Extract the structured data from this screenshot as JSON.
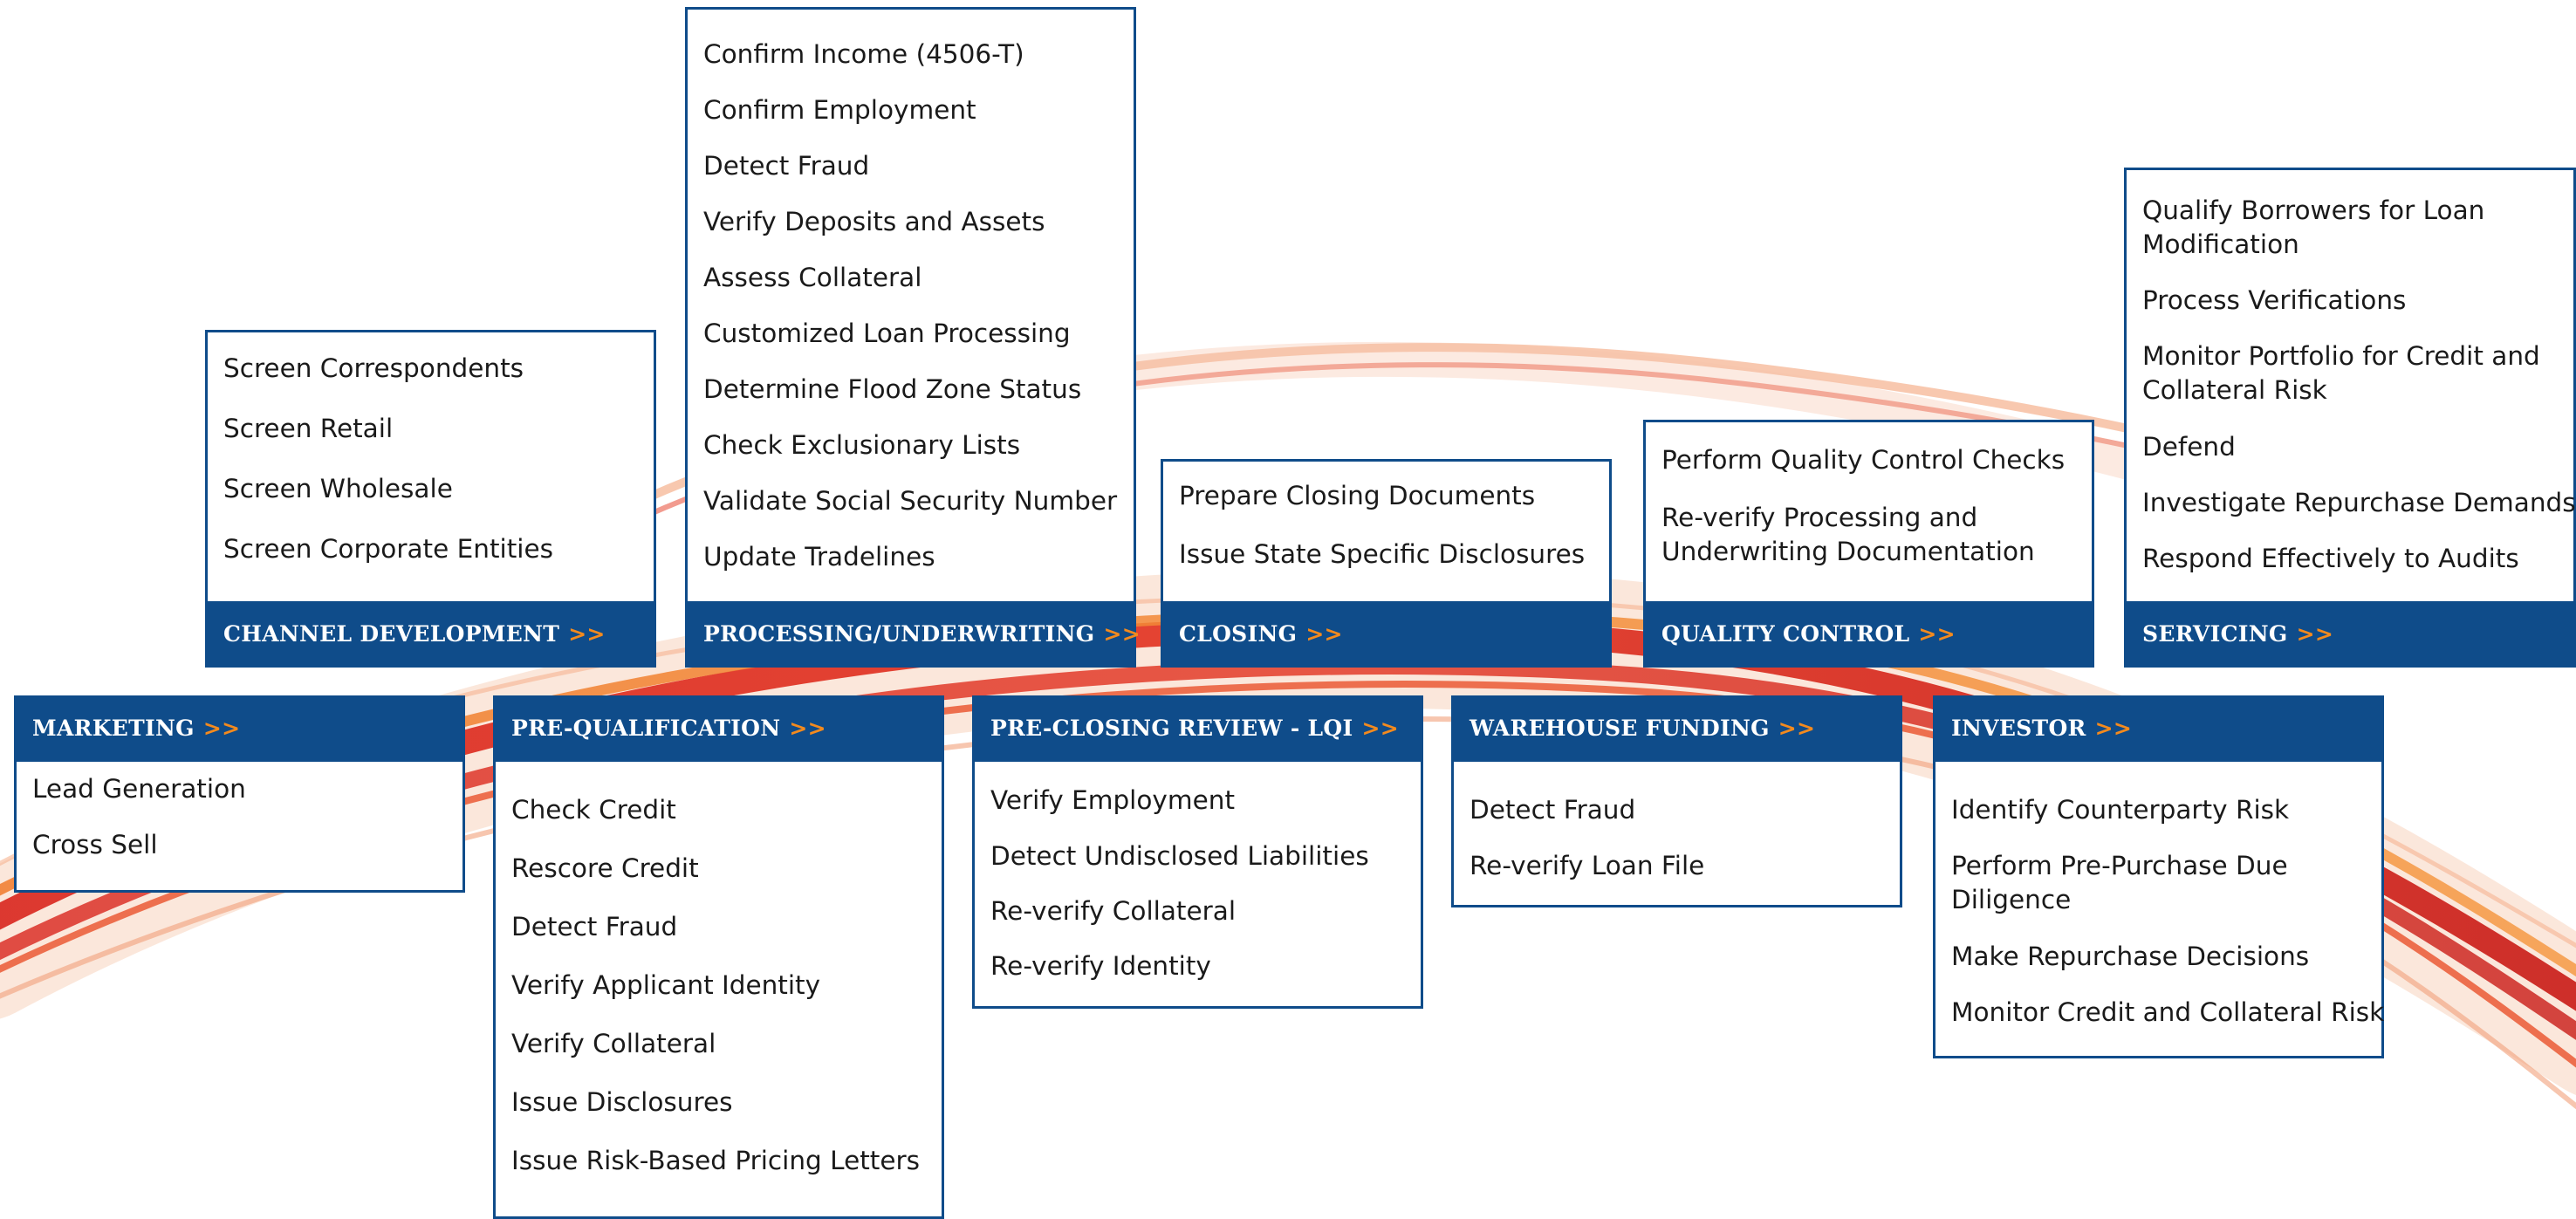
{
  "colors": {
    "header_bg": "#0f4c8a",
    "border": "#0f4c8a",
    "chevron": "#f38a1e",
    "swoosh_red": "#d9251d",
    "swoosh_orange": "#f07a2a"
  },
  "chevron_icon": "double-right-chevron-icon",
  "chevron": ">>",
  "top_row": [
    {
      "title": "CHANNEL DEVELOPMENT",
      "items": [
        "Screen Correspondents",
        "Screen Retail",
        "Screen Wholesale",
        "Screen Corporate Entities"
      ]
    },
    {
      "title": "PROCESSING/UNDERWRITING",
      "items": [
        "Confirm Income (4506-T)",
        "Confirm Employment",
        "Detect Fraud",
        "Verify Deposits and Assets",
        "Assess Collateral",
        "Customized Loan Processing",
        "Determine Flood Zone Status",
        "Check Exclusionary Lists",
        "Validate Social Security Number",
        "Update Tradelines"
      ]
    },
    {
      "title": "CLOSING",
      "items": [
        "Prepare Closing Documents",
        "Issue State Specific Disclosures"
      ]
    },
    {
      "title": "QUALITY CONTROL",
      "items": [
        "Perform Quality Control Checks",
        "Re-verify Processing and Underwriting Documentation"
      ]
    },
    {
      "title": "SERVICING",
      "items": [
        "Qualify Borrowers for Loan Modification",
        "Process Verifications",
        "Monitor Portfolio for Credit and Collateral Risk",
        "Defend",
        "Investigate Repurchase Demands",
        "Respond Effectively to Audits"
      ]
    }
  ],
  "bottom_row": [
    {
      "title": "MARKETING",
      "items": [
        "Lead Generation",
        "Cross Sell"
      ]
    },
    {
      "title": "PRE-QUALIFICATION",
      "items": [
        "Check Credit",
        "Rescore Credit",
        "Detect Fraud",
        "Verify Applicant Identity",
        "Verify Collateral",
        "Issue Disclosures",
        "Issue Risk-Based Pricing Letters"
      ]
    },
    {
      "title": "PRE-CLOSING REVIEW - LQI",
      "items": [
        "Verify Employment",
        "Detect Undisclosed Liabilities",
        "Re-verify Collateral",
        "Re-verify Identity"
      ]
    },
    {
      "title": "WAREHOUSE FUNDING",
      "items": [
        "Detect Fraud",
        "Re-verify Loan File"
      ]
    },
    {
      "title": "INVESTOR",
      "items": [
        "Identify Counterparty Risk",
        "Perform Pre-Purchase Due Diligence",
        "Make Repurchase Decisions",
        "Monitor Credit and Collateral Risk"
      ]
    }
  ]
}
